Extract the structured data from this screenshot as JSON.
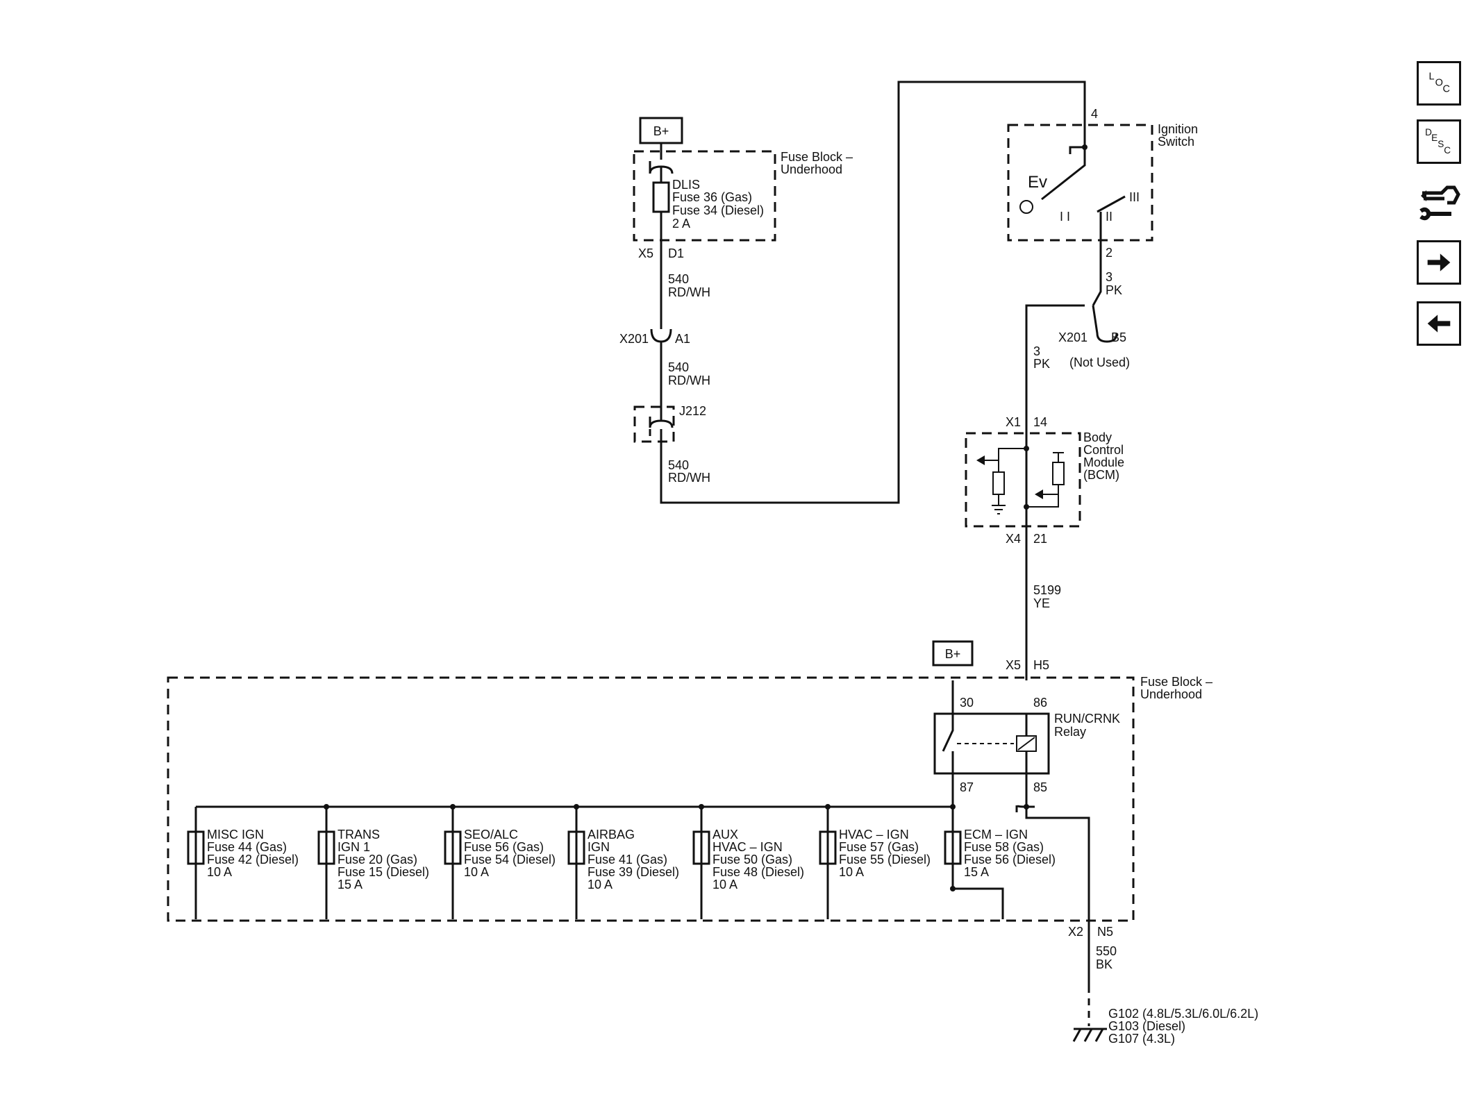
{
  "power": {
    "bplus_top": "B+",
    "bplus_bottom": "B+"
  },
  "fuse_block_top": {
    "title": [
      "Fuse Block –",
      "Underhood"
    ],
    "fuse": [
      "DLIS",
      "Fuse 36 (Gas)",
      "Fuse 34 (Diesel)",
      "2 A"
    ],
    "conn": "X5",
    "pin": "D1"
  },
  "wire_540": {
    "circuit": "540",
    "color": "RD/WH"
  },
  "x201_left": {
    "conn": "X201",
    "pin": "A1"
  },
  "splice": "J212",
  "ignition": {
    "title": [
      "Ignition",
      "Switch"
    ],
    "pin_top": "4",
    "pin_bottom": "2",
    "pos_acc": "Ev",
    "pos_2": "I I",
    "pos_run": "II",
    "pos_start": "III"
  },
  "wire_3pk": {
    "circuit": "3",
    "color": "PK"
  },
  "x201_right": {
    "conn": "X201",
    "pin": "B5",
    "note": "(Not Used)"
  },
  "bcm": {
    "title": [
      "Body",
      "Control",
      "Module",
      "(BCM)"
    ],
    "conn_in": "X1",
    "pin_in": "14",
    "conn_out": "X4",
    "pin_out": "21"
  },
  "wire_5199": {
    "circuit": "5199",
    "color": "YE"
  },
  "x5_h5": {
    "conn": "X5",
    "pin": "H5"
  },
  "fuse_block_bottom": {
    "title": [
      "Fuse Block –",
      "Underhood"
    ]
  },
  "relay": {
    "title": [
      "RUN/CRNK",
      "Relay"
    ],
    "pin30": "30",
    "pin86": "86",
    "pin87": "87",
    "pin85": "85"
  },
  "fuses": [
    {
      "lines": [
        "MISC IGN",
        "Fuse 44 (Gas)",
        "Fuse 42 (Diesel)",
        "10 A"
      ]
    },
    {
      "lines": [
        "TRANS",
        "IGN 1",
        "Fuse 20 (Gas)",
        "Fuse 15 (Diesel)",
        "15 A"
      ]
    },
    {
      "lines": [
        "SEO/ALC",
        "Fuse 56 (Gas)",
        "Fuse 54 (Diesel)",
        "10 A"
      ]
    },
    {
      "lines": [
        "AIRBAG",
        "IGN",
        "Fuse 41 (Gas)",
        "Fuse 39 (Diesel)",
        "10 A"
      ]
    },
    {
      "lines": [
        "AUX",
        "HVAC – IGN",
        "Fuse 50 (Gas)",
        "Fuse 48 (Diesel)",
        "10 A"
      ]
    },
    {
      "lines": [
        "HVAC – IGN",
        "Fuse 57 (Gas)",
        "Fuse 55 (Diesel)",
        "10 A"
      ]
    },
    {
      "lines": [
        "ECM – IGN",
        "Fuse 58 (Gas)",
        "Fuse 56 (Diesel)",
        "15 A"
      ]
    }
  ],
  "x2_n5": {
    "conn": "X2",
    "pin": "N5"
  },
  "wire_550": {
    "circuit": "550",
    "color": "BK"
  },
  "grounds": [
    "G102 (4.8L/5.3L/6.0L/6.2L)",
    "G103 (Diesel)",
    "G107 (4.3L)"
  ],
  "nav": {
    "loc": [
      "L",
      "O",
      "C"
    ],
    "desc": [
      "D",
      "E",
      "S",
      "C"
    ],
    "items": [
      "loc-button",
      "desc-button",
      "component-view-button",
      "next-button",
      "previous-button"
    ]
  }
}
